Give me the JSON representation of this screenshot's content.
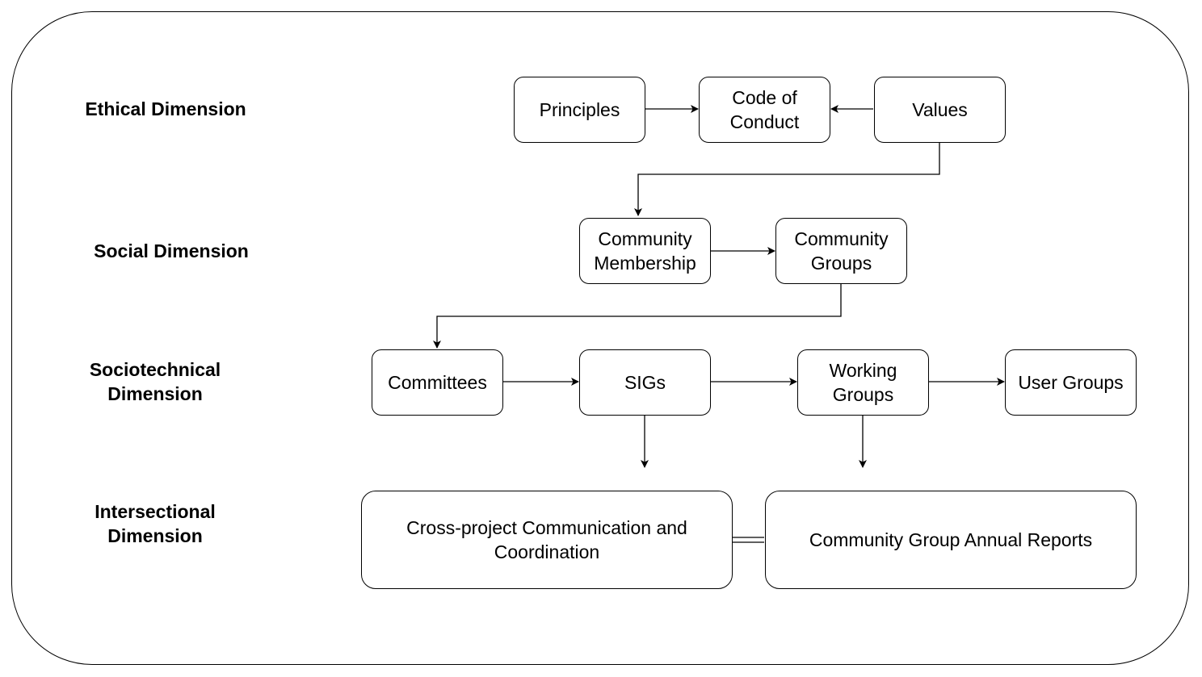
{
  "dimensions": {
    "ethical": "Ethical Dimension",
    "social": "Social Dimension",
    "sociotechnical": [
      "Sociotechnical",
      "Dimension"
    ],
    "intersectional": [
      "Intersectional",
      "Dimension"
    ]
  },
  "nodes": {
    "principles": [
      "Principles"
    ],
    "code_of_conduct": [
      "Code of",
      "Conduct"
    ],
    "values": [
      "Values"
    ],
    "community_membership": [
      "Community",
      "Membership"
    ],
    "community_groups": [
      "Community",
      "Groups"
    ],
    "committees": [
      "Committees"
    ],
    "sigs": [
      "SIGs"
    ],
    "working_groups": [
      "Working",
      "Groups"
    ],
    "user_groups": [
      "User Groups"
    ],
    "cross_project": [
      "Cross-project Communication and",
      "Coordination"
    ],
    "annual_reports": [
      "Community Group Annual Reports"
    ]
  }
}
